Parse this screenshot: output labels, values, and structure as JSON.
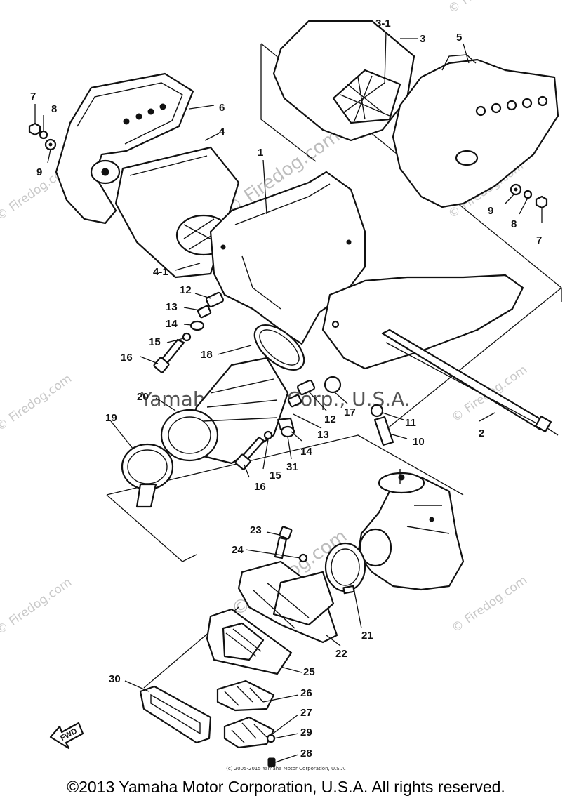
{
  "callouts": {
    "c1": "1",
    "c2": "2",
    "c3": "3",
    "c3_1": "3-1",
    "c4": "4",
    "c4_1": "4-1",
    "c5": "5",
    "c6": "6",
    "c7a": "7",
    "c7b": "7",
    "c8a": "8",
    "c8b": "8",
    "c9a": "9",
    "c9b": "9",
    "c10": "10",
    "c11": "11",
    "c12a": "12",
    "c12b": "12",
    "c13a": "13",
    "c13b": "13",
    "c14a": "14",
    "c14b": "14",
    "c15a": "15",
    "c15b": "15",
    "c16a": "16",
    "c16b": "16",
    "c17": "17",
    "c18": "18",
    "c19": "19",
    "c20": "20",
    "c21": "21",
    "c22": "22",
    "c23": "23",
    "c24": "24",
    "c25": "25",
    "c26": "26",
    "c27": "27",
    "c28": "28",
    "c29": "29",
    "c30": "30",
    "c31": "31"
  },
  "fwd_label": "FWD",
  "watermarks": {
    "firedog": "© Firedog.com",
    "center": "Yamaha Motor Corp., U.S.A."
  },
  "small_credit": "(c) 2005-2015 Yamaha Motor Corporation, U.S.A.",
  "copyright": "©2013 Yamaha Motor Corporation, U.S.A. All rights reserved."
}
